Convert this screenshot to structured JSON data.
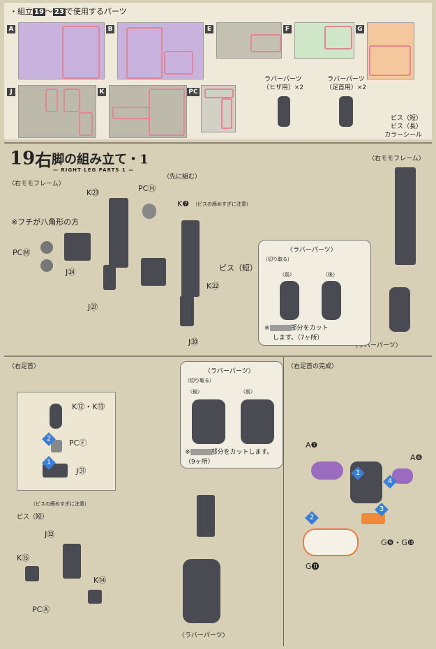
{
  "header": {
    "prefix": "・組立",
    "from": "19",
    "tilde": "〜",
    "to": "23",
    "suffix": "で使用するパーツ"
  },
  "sprues": [
    {
      "id": "A",
      "color": "#a57ac8"
    },
    {
      "id": "B",
      "color": "#a57ac8"
    },
    {
      "id": "E",
      "color": "#777"
    },
    {
      "id": "F",
      "color": "#8fc38a"
    },
    {
      "id": "G",
      "color": "#f08a3a"
    },
    {
      "id": "J",
      "color": "#555"
    },
    {
      "id": "K",
      "color": "#555"
    },
    {
      "id": "PC",
      "color": "#999"
    }
  ],
  "rubber_parts": {
    "knee": [
      "ラバーパーツ",
      "（ヒザ用）×2"
    ],
    "ankle": [
      "ラバーパーツ",
      "（足首用）×2"
    ]
  },
  "extras": [
    "ビス（短）",
    "ビス（長）",
    "カラーシール"
  ],
  "section19": {
    "number": "19",
    "title_a": "右",
    "title_b": "脚の組み立て・1",
    "subtitle": "— RIGHT LEG PARTS 1 —",
    "left_caption": "〈右モモフレーム〉",
    "right_caption": "〈右モモフレーム〉",
    "octagon_note": "※フチが八角形の方",
    "tip_note": "（先に組む）",
    "screw_note": "（ビスの締めすぎに注意）",
    "screw_short": "ビス（短）",
    "labels": [
      "K㉓",
      "PCⒽ",
      "K❼",
      "PCⓂ",
      "J㉔",
      "K㉒",
      "J㉗",
      "J㉚"
    ],
    "rubber_box": {
      "title": "〈ラバーパーツ〉",
      "cut_tool": "（切り取る）",
      "front": "〈前〉",
      "back": "〈後〉",
      "note_a": "※",
      "note_b": "部分をカット",
      "note_c": "します。（7ヶ所）"
    },
    "rubber_label": "〈ラバーパーツ〉"
  },
  "section20": {
    "left_caption": "〈右足首〉",
    "right_caption": "〈右足首の完成〉",
    "rubber_box": {
      "title": "〈ラバーパーツ〉",
      "cut_tool": "（切り取る）",
      "back": "〈後〉",
      "front": "〈前〉",
      "note_a": "※",
      "note_b": "部分をカットします。",
      "note_c": "（9ヶ所）"
    },
    "labels": [
      "K⑫・K⑬",
      "PCⒻ",
      "J㉛",
      "J㉜",
      "K⑮",
      "K⑭",
      "PCⒶ",
      "ビス（短）",
      "（ビスの締めすぎに注意）"
    ],
    "finish_labels": [
      "A❼",
      "A❻",
      "G❾・G❿",
      "G⓫"
    ],
    "rubber_label": "〈ラバーパーツ〉"
  }
}
